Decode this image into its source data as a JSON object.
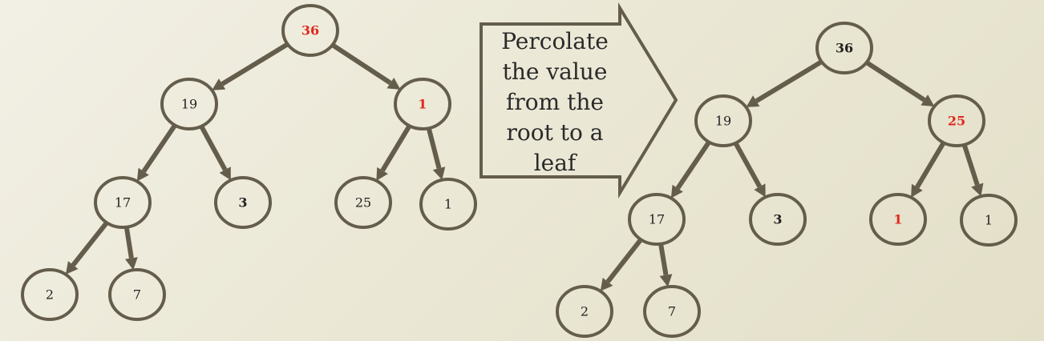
{
  "callout": {
    "lines": [
      "Percolate",
      "the value",
      "from the",
      "root to a",
      "leaf"
    ]
  },
  "colors": {
    "stroke": "#655d4c",
    "highlight": "#e0281e",
    "text": "#222222"
  },
  "trees": [
    {
      "id": "before",
      "nodes": [
        {
          "id": "root",
          "label": "36",
          "style": "red"
        },
        {
          "id": "n19",
          "label": "19",
          "style": "normal"
        },
        {
          "id": "nR",
          "label": "1",
          "style": "red"
        },
        {
          "id": "n17",
          "label": "17",
          "style": "normal"
        },
        {
          "id": "n3",
          "label": "3",
          "style": "bold"
        },
        {
          "id": "n25",
          "label": "25",
          "style": "normal"
        },
        {
          "id": "n1b",
          "label": "1",
          "style": "normal"
        },
        {
          "id": "n2",
          "label": "2",
          "style": "normal"
        },
        {
          "id": "n7",
          "label": "7",
          "style": "normal"
        }
      ],
      "edges": [
        [
          "root",
          "n19"
        ],
        [
          "root",
          "nR"
        ],
        [
          "n19",
          "n17"
        ],
        [
          "n19",
          "n3"
        ],
        [
          "nR",
          "n25"
        ],
        [
          "nR",
          "n1b"
        ],
        [
          "n17",
          "n2"
        ],
        [
          "n17",
          "n7"
        ]
      ]
    },
    {
      "id": "after",
      "nodes": [
        {
          "id": "root",
          "label": "36",
          "style": "bold"
        },
        {
          "id": "n19",
          "label": "19",
          "style": "normal"
        },
        {
          "id": "nR",
          "label": "25",
          "style": "red"
        },
        {
          "id": "n17",
          "label": "17",
          "style": "normal"
        },
        {
          "id": "n3",
          "label": "3",
          "style": "bold"
        },
        {
          "id": "n1r",
          "label": "1",
          "style": "red"
        },
        {
          "id": "n1b",
          "label": "1",
          "style": "normal"
        },
        {
          "id": "n2",
          "label": "2",
          "style": "normal"
        },
        {
          "id": "n7",
          "label": "7",
          "style": "normal"
        }
      ],
      "edges": [
        [
          "root",
          "n19"
        ],
        [
          "root",
          "nR"
        ],
        [
          "n19",
          "n17"
        ],
        [
          "n19",
          "n3"
        ],
        [
          "nR",
          "n1r"
        ],
        [
          "nR",
          "n1b"
        ],
        [
          "n17",
          "n2"
        ],
        [
          "n17",
          "n7"
        ]
      ]
    }
  ]
}
